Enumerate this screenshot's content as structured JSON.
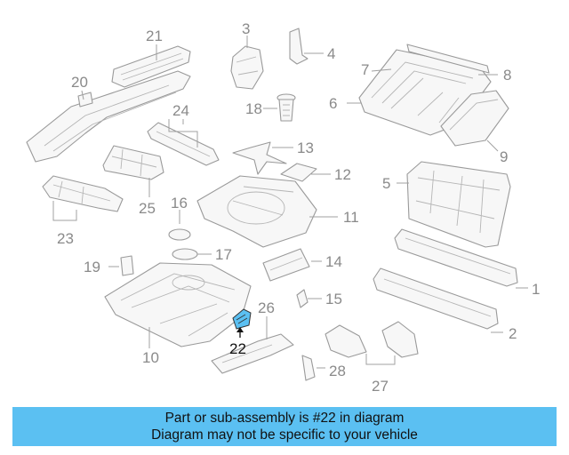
{
  "diagram": {
    "callouts": [
      "1",
      "2",
      "3",
      "4",
      "5",
      "6",
      "7",
      "8",
      "9",
      "10",
      "11",
      "12",
      "13",
      "14",
      "15",
      "16",
      "17",
      "18",
      "19",
      "20",
      "21",
      "22",
      "23",
      "24",
      "25",
      "26",
      "27",
      "28"
    ],
    "highlighted_callout": "22"
  },
  "caption": {
    "line1": "Part or sub-assembly is #22 in diagram",
    "line2": "Diagram may not be specific to your vehicle"
  },
  "colors": {
    "banner": "#5bc0f2",
    "highlighted_part": "#5bc0f2",
    "line_art": "#9a9a9a"
  }
}
